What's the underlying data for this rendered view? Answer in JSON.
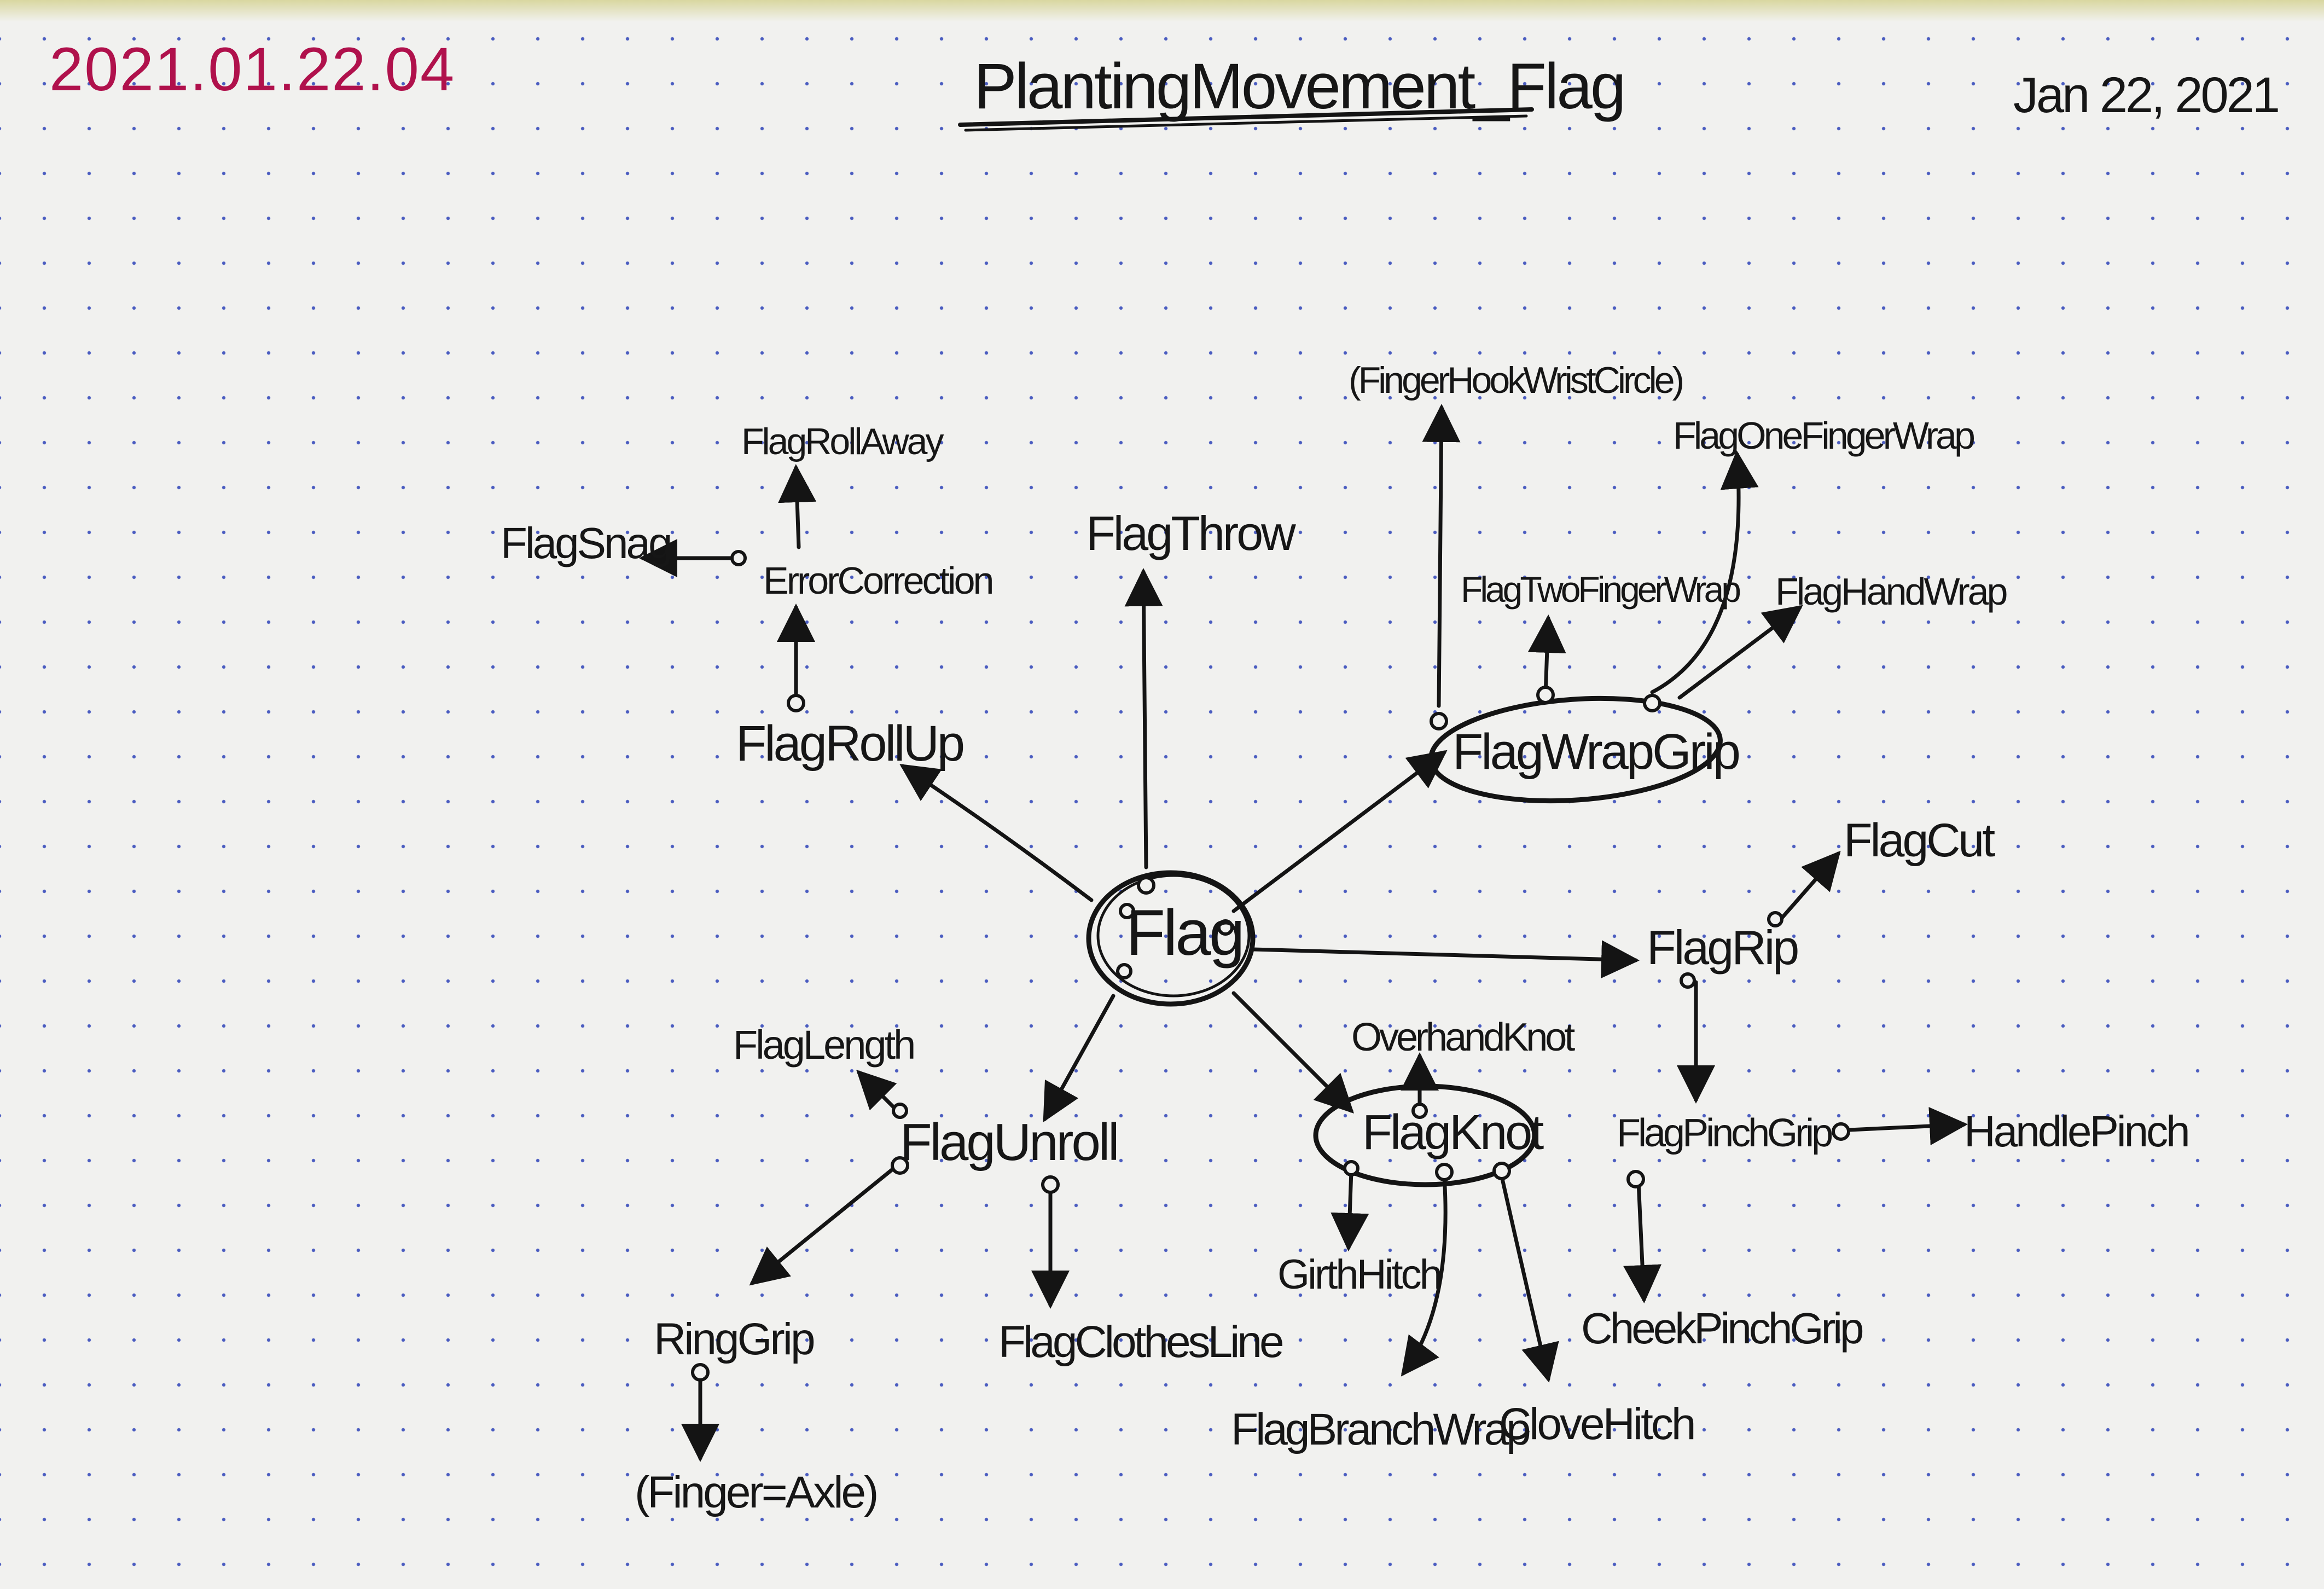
{
  "header": {
    "id_code": "2021.01.22.04",
    "title": "PlantingMovement_Flag",
    "date": "Jan 22, 2021"
  },
  "nodes": {
    "flag": "Flag",
    "flag_throw": "FlagThrow",
    "flag_roll_up": "FlagRollUp",
    "error_correction": "ErrorCorrection",
    "flag_roll_away": "FlagRollAway",
    "flag_snag": "FlagSnag",
    "flag_wrap_grip": "FlagWrapGrip",
    "finger_hook_wrist_circle": "(FingerHookWristCircle)",
    "flag_two_finger_wrap": "FlagTwoFingerWrap",
    "flag_one_finger_wrap": "FlagOneFingerWrap",
    "flag_hand_wrap": "FlagHandWrap",
    "flag_rip": "FlagRip",
    "flag_cut": "FlagCut",
    "flag_pinch_grip": "FlagPinchGrip",
    "handle_pinch": "HandlePinch",
    "cheek_pinch_grip": "CheekPinchGrip",
    "flag_knot": "FlagKnot",
    "overhand_knot": "OverhandKnot",
    "girth_hitch": "GirthHitch",
    "flag_branch_wrap": "FlagBranchWrap",
    "clove_hitch": "CloveHitch",
    "flag_unroll": "FlagUnroll",
    "flag_length": "FlagLength",
    "ring_grip": "RingGrip",
    "finger_axle": "(Finger=Axle)",
    "flag_clothes_line": "FlagClothesLine"
  },
  "edges": [
    [
      "flag",
      "flag_throw"
    ],
    [
      "flag",
      "flag_roll_up"
    ],
    [
      "flag",
      "flag_wrap_grip"
    ],
    [
      "flag",
      "flag_rip"
    ],
    [
      "flag",
      "flag_knot"
    ],
    [
      "flag",
      "flag_unroll"
    ],
    [
      "flag_roll_up",
      "error_correction"
    ],
    [
      "error_correction",
      "flag_roll_away"
    ],
    [
      "error_correction",
      "flag_snag"
    ],
    [
      "flag_wrap_grip",
      "finger_hook_wrist_circle"
    ],
    [
      "flag_wrap_grip",
      "flag_two_finger_wrap"
    ],
    [
      "flag_wrap_grip",
      "flag_one_finger_wrap"
    ],
    [
      "flag_wrap_grip",
      "flag_hand_wrap"
    ],
    [
      "flag_rip",
      "flag_cut"
    ],
    [
      "flag_rip",
      "flag_pinch_grip"
    ],
    [
      "flag_pinch_grip",
      "handle_pinch"
    ],
    [
      "flag_pinch_grip",
      "cheek_pinch_grip"
    ],
    [
      "flag_knot",
      "overhand_knot"
    ],
    [
      "flag_knot",
      "girth_hitch"
    ],
    [
      "flag_knot",
      "flag_branch_wrap"
    ],
    [
      "flag_knot",
      "clove_hitch"
    ],
    [
      "flag_unroll",
      "flag_length"
    ],
    [
      "flag_unroll",
      "ring_grip"
    ],
    [
      "flag_unroll",
      "flag_clothes_line"
    ],
    [
      "ring_grip",
      "finger_axle"
    ]
  ],
  "colors": {
    "paper": "#f1f1ef",
    "ink": "#161616",
    "id_ink": "#b0114c",
    "dot_grid": "#4a5cc0"
  }
}
